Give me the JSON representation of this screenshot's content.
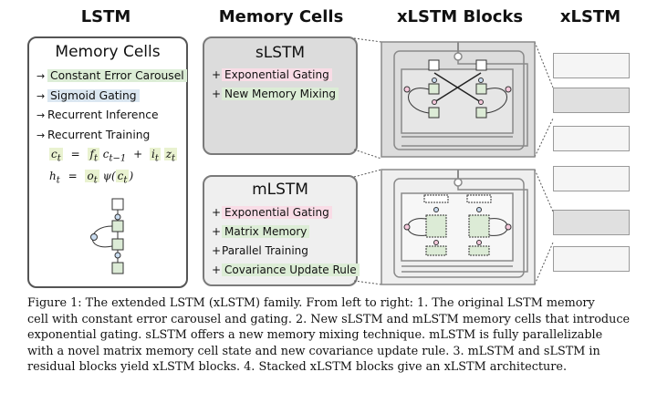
{
  "titles": {
    "lstm": "LSTM",
    "memory_cells": "Memory Cells",
    "xlstm_blocks": "xLSTM Blocks",
    "xlstm": "xLSTM"
  },
  "lstm_panel": {
    "heading": "Memory Cells",
    "items": [
      "Constant Error Carousel",
      "Sigmoid Gating",
      "Recurrent Inference",
      "Recurrent Training"
    ],
    "eq1": {
      "lhs": "c",
      "lhs_sub": "t",
      "op": "=",
      "f": "f",
      "f_sub": "t",
      "c_prev": "c",
      "c_prev_sub": "t−1",
      "plus": "+",
      "i": "i",
      "i_sub": "t",
      "z": "z",
      "z_sub": "t"
    },
    "eq2": {
      "lhs": "h",
      "lhs_sub": "t",
      "op": "=",
      "o": "o",
      "o_sub": "t",
      "psi": "ψ(",
      "c": "c",
      "c_sub": "t",
      "close": ")"
    }
  },
  "slstm": {
    "heading": "sLSTM",
    "items": [
      "Exponential Gating",
      "New Memory Mixing"
    ]
  },
  "mlstm": {
    "heading": "mLSTM",
    "items": [
      "Exponential Gating",
      "Matrix Memory",
      "Parallel Training",
      "Covariance Update Rule"
    ]
  },
  "bullet_symbols": {
    "arrow": "→",
    "plus": "+"
  },
  "colors": {
    "panel_grey": "#dcdcdc",
    "panel_light": "#efefef",
    "highlight_green": "#dcedd6",
    "highlight_blue": "#dbe7f1",
    "highlight_pink": "#f9dce6",
    "cell_green": "#dcebd6",
    "gate_pink": "#f6c9dc",
    "gate_blue": "#c9dcf0"
  },
  "caption": [
    "Figure 1: The extended LSTM (xLSTM) family. From left to right: 1. The original LSTM memory",
    "cell with constant error carousel and gating. 2. New sLSTM and mLSTM memory cells that introduce",
    "exponential gating. sLSTM offers a new memory mixing technique. mLSTM is fully parallelizable",
    "with a novel matrix memory cell state and new covariance update rule. 3. mLSTM and sLSTM in",
    "residual blocks yield xLSTM blocks. 4. Stacked xLSTM blocks give an xLSTM architecture."
  ]
}
